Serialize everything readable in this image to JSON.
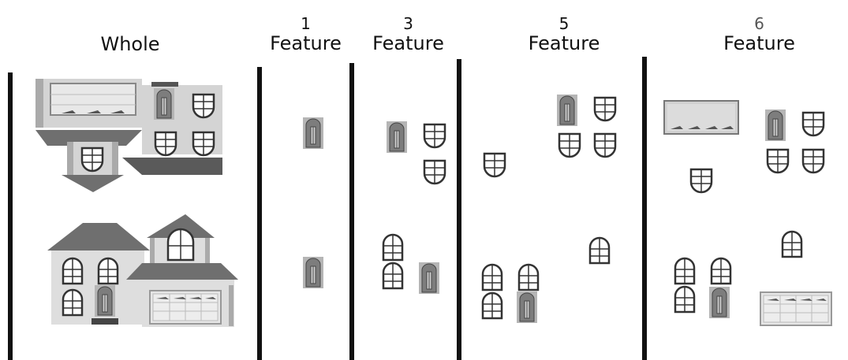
{
  "columns": [
    {
      "number": "",
      "label": "Whole"
    },
    {
      "number": "1",
      "label": "Feature"
    },
    {
      "number": "3",
      "label": "Feature"
    },
    {
      "number": "5",
      "label": "Feature"
    },
    {
      "number": "6",
      "label": "Feature"
    }
  ],
  "colors": {
    "divider": "#111111",
    "wall": "#d9d9d9",
    "roof": "#6f6f6f",
    "trim": "#9a9a9a",
    "window_frame": "#333333",
    "door": "#8c8c8c"
  }
}
